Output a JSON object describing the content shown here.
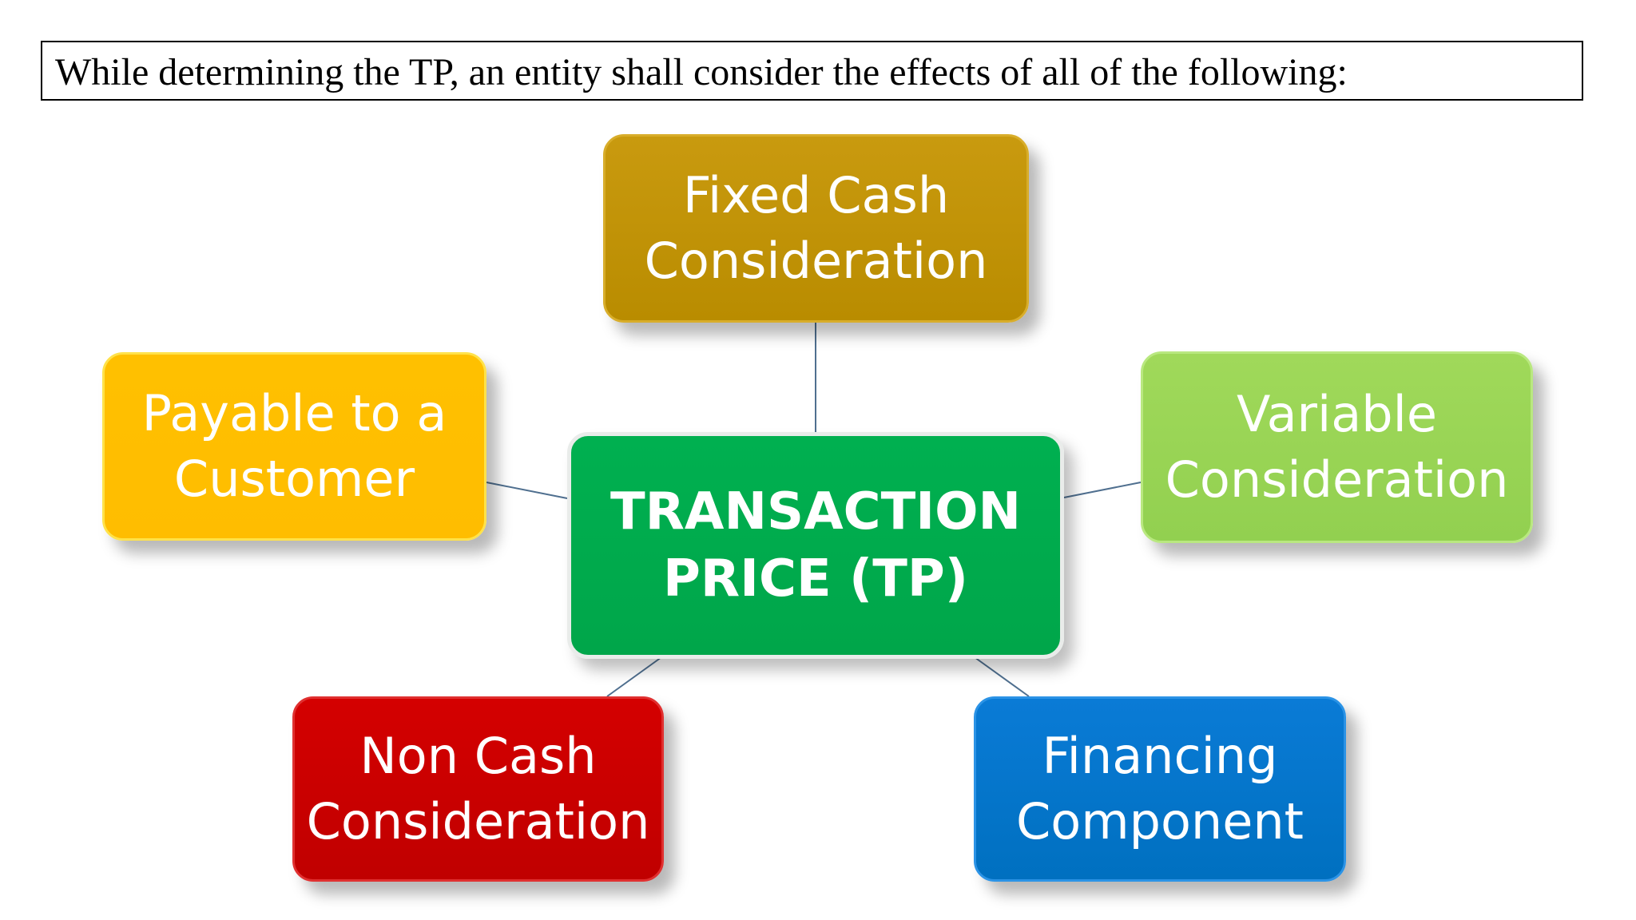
{
  "header": {
    "text": "While determining the TP, an entity shall consider the effects of all of the following:"
  },
  "center": {
    "label": "TRANSACTION\nPRICE (TP)",
    "color": "#00b050"
  },
  "nodes": [
    {
      "id": "fixed",
      "label": "Fixed Cash\nConsideration",
      "color": "#bf9000"
    },
    {
      "id": "payable",
      "label": "Payable to a\nCustomer",
      "color": "#ffc000"
    },
    {
      "id": "variable",
      "label": "Variable\nConsideration",
      "color": "#92d050"
    },
    {
      "id": "noncash",
      "label": "Non Cash\nConsideration",
      "color": "#c00000"
    },
    {
      "id": "financing",
      "label": "Financing\nComponent",
      "color": "#0070c0"
    }
  ]
}
